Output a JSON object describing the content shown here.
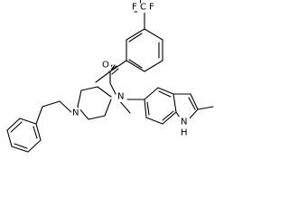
{
  "labels": {
    "trifluoromethyl": "F",
    "trifluoromethyl_c": "C",
    "carbonyl_oxygen": "O",
    "amide_nitrogen": "N",
    "piperidine_nitrogen": "N",
    "indole_nitrogen": "N",
    "indole_hydrogen": "H"
  }
}
